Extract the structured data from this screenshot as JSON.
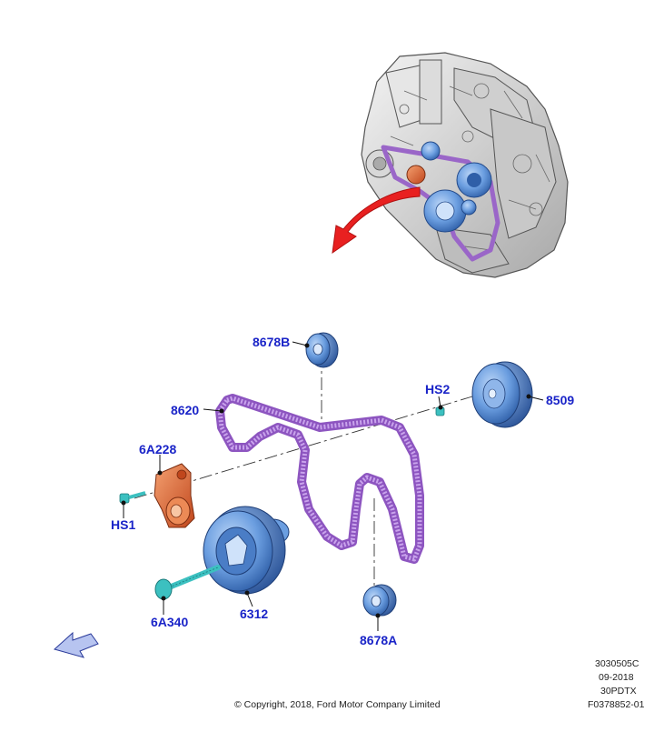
{
  "parts": {
    "idler_upper": "8678B",
    "belt": "8620",
    "alternator_pulley": "8509",
    "bolt_hs2": "HS2",
    "tensioner": "6A228",
    "bolt_hs1": "HS1",
    "bolt_6a340": "6A340",
    "crank_pulley": "6312",
    "idler_lower": "8678A"
  },
  "footer": {
    "code1": "3030505C",
    "date": "09-2018",
    "code2": "30PDTX",
    "figure_id": "F0378852-01",
    "copyright": "© Copyright, 2018, Ford Motor Company Limited"
  },
  "colors": {
    "label": "#1a24c8",
    "pulley": "#5b8fd6",
    "belt": "#a070c8",
    "tensioner": "#e0703a",
    "bolt": "#3cc0c0",
    "arrow": "#e82020"
  },
  "icons": [
    "view-direction-arrow-icon",
    "rotation-arrow-icon"
  ]
}
